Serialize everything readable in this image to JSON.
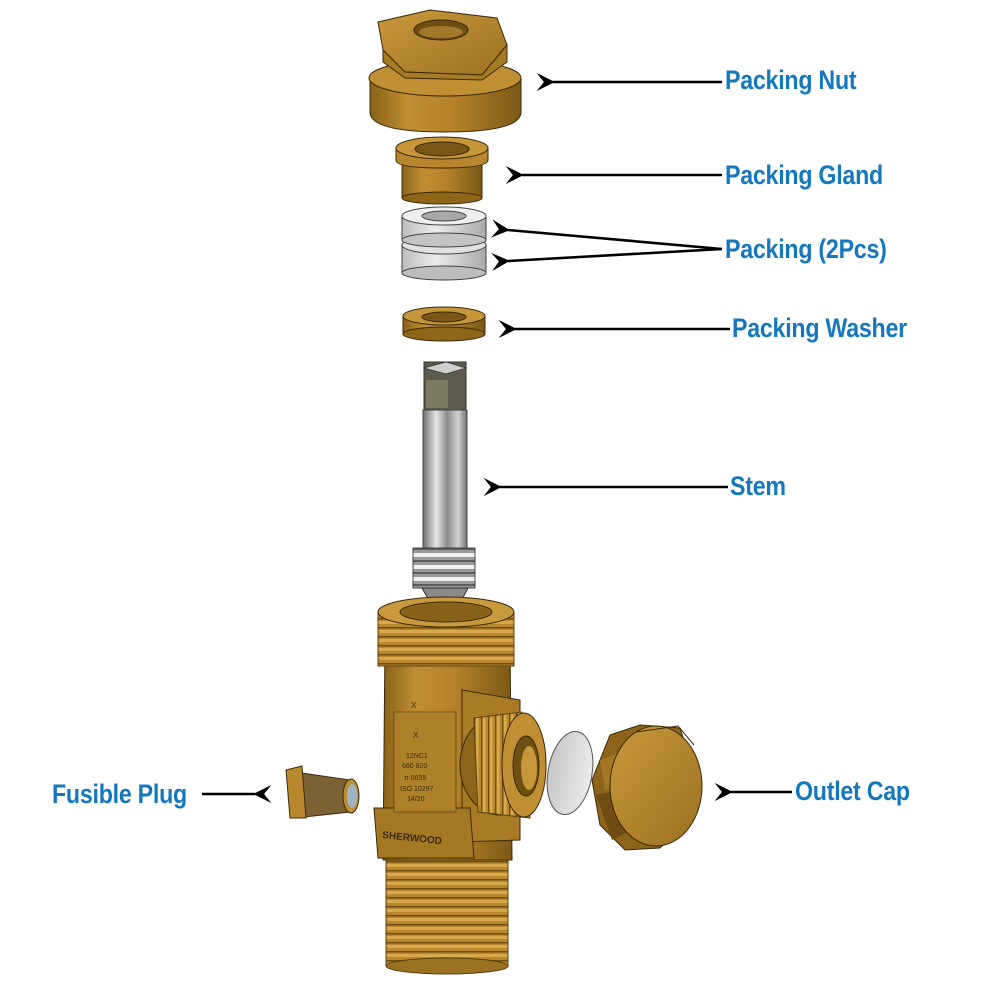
{
  "diagram": {
    "type": "exploded-view",
    "subject": "Cylinder valve assembly",
    "colors": {
      "label": "#1478be",
      "arrow": "#000000",
      "brass": "#b8862e",
      "brass_dark": "#7a5614",
      "steel": "#b9b9b9",
      "packing": "#d9d9d9",
      "background": "#ffffff"
    },
    "labels": {
      "packing_nut": "Packing Nut",
      "packing_gland": "Packing Gland",
      "packing": "Packing (2Pcs)",
      "packing_washer": "Packing Washer",
      "stem": "Stem",
      "fusible_plug": "Fusible Plug",
      "outlet_cap": "Outlet Cap"
    },
    "body_markings": {
      "mark_top": "X",
      "mark_mid": "X",
      "line1": "12NC1",
      "line2": "660 820",
      "line3": "π  0035",
      "line4": "ISO 10297",
      "line5": "14/20",
      "brand": "SHERWOOD"
    }
  }
}
